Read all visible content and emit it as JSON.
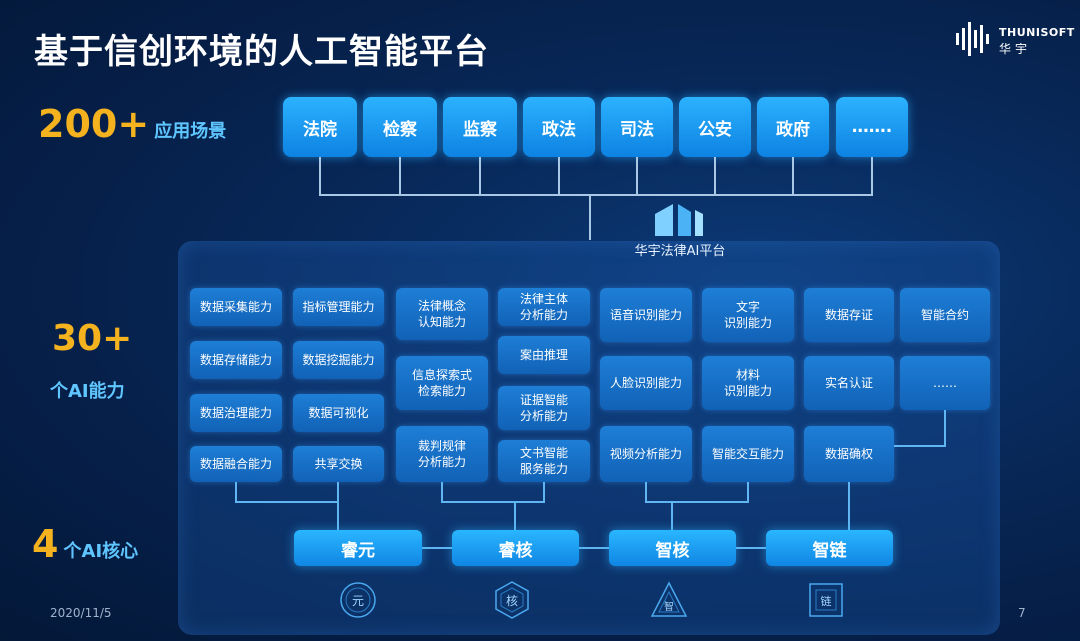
{
  "title": "基于信创环境的人工智能平台",
  "logo": {
    "en": "THUNISOFT",
    "cn": "华宇"
  },
  "left": {
    "apps_num": "200+",
    "apps_label": "应用场景",
    "ability_num": "30+",
    "ability_label": "个AI能力",
    "core_num": "4",
    "core_label": "个AI核心"
  },
  "scenes": [
    "法院",
    "检察",
    "监察",
    "政法",
    "司法",
    "公安",
    "政府",
    "……."
  ],
  "platform_label": "华宇法律AI平台",
  "capabilities": {
    "col1": [
      "数据采集能力",
      "数据存储能力",
      "数据治理能力",
      "数据融合能力"
    ],
    "col2": [
      "指标管理能力",
      "数据挖掘能力",
      "数据可视化",
      "共享交换"
    ],
    "col3": [
      "法律概念\n认知能力",
      "信息探索式\n检索能力",
      "裁判规律\n分析能力"
    ],
    "col4": [
      "法律主体\n分析能力",
      "案由推理",
      "证据智能\n分析能力",
      "文书智能\n服务能力"
    ],
    "col5": [
      "语音识别能力",
      "人脸识别能力",
      "视频分析能力"
    ],
    "col6": [
      "文字\n识别能力",
      "材料\n识别能力",
      "智能交互能力"
    ],
    "col7": [
      "数据存证",
      "实名认证",
      "数据确权"
    ],
    "col8": [
      "智能合约",
      "……"
    ]
  },
  "cores": [
    "睿元",
    "睿核",
    "智核",
    "智链"
  ],
  "core_icons": [
    {
      "name": "yuan-icon",
      "char": "元"
    },
    {
      "name": "he-icon",
      "char": "核"
    },
    {
      "name": "zhi-icon",
      "char": "智"
    },
    {
      "name": "lian-icon",
      "char": "链"
    }
  ],
  "footer": {
    "date": "2020/11/5",
    "page": "7"
  }
}
